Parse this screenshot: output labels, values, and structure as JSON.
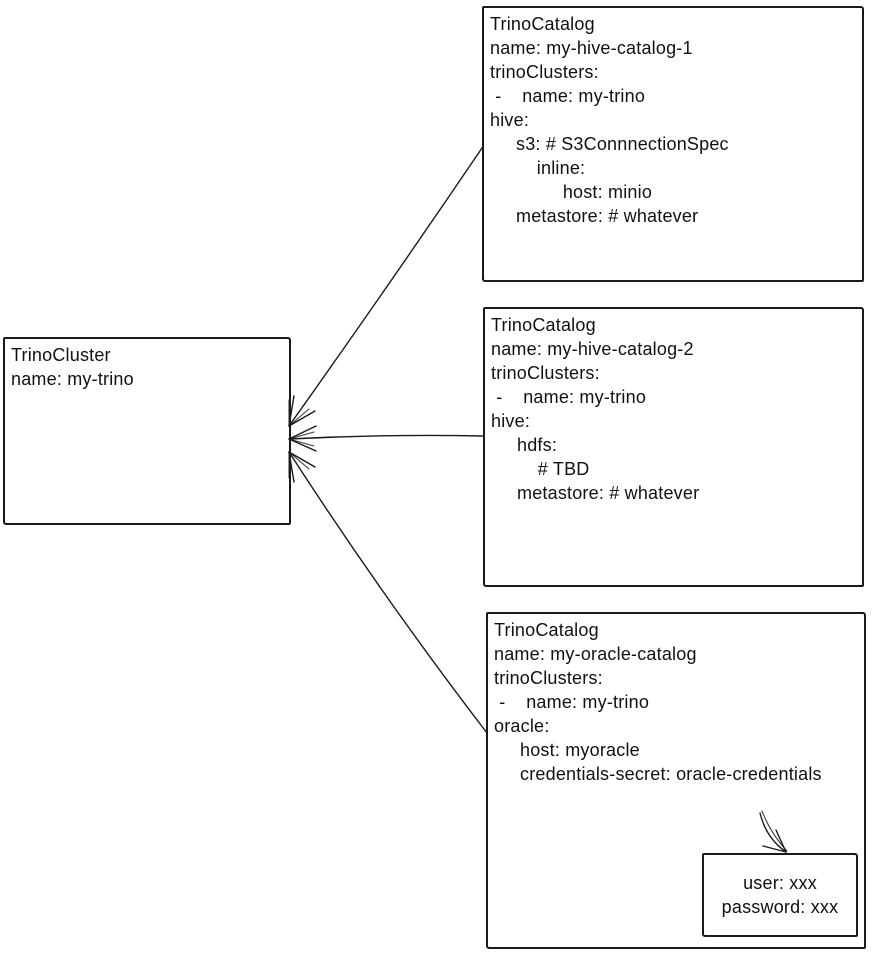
{
  "colors": {
    "background": "#ffffff",
    "stroke": "#1a1a1a",
    "text": "#111111"
  },
  "cluster_box": {
    "lines": [
      "TrinoCluster",
      "name: my-trino"
    ]
  },
  "catalog_boxes": [
    {
      "lines": [
        "TrinoCatalog",
        "name: my-hive-catalog-1",
        "trinoClusters:",
        " -    name: my-trino",
        "hive:",
        "     s3: # S3ConnnectionSpec",
        "         inline:",
        "              host: minio",
        "     metastore: # whatever"
      ]
    },
    {
      "lines": [
        "TrinoCatalog",
        "name: my-hive-catalog-2",
        "trinoClusters:",
        " -    name: my-trino",
        "hive:",
        "     hdfs:",
        "         # TBD",
        "     metastore: # whatever"
      ]
    },
    {
      "lines": [
        "TrinoCatalog",
        "name: my-oracle-catalog",
        "trinoClusters:",
        " -    name: my-trino",
        "oracle:",
        "     host: myoracle",
        "     credentials-secret: oracle-credentials"
      ]
    }
  ],
  "credentials_box": {
    "lines": [
      "user: xxx",
      "password: xxx"
    ]
  }
}
